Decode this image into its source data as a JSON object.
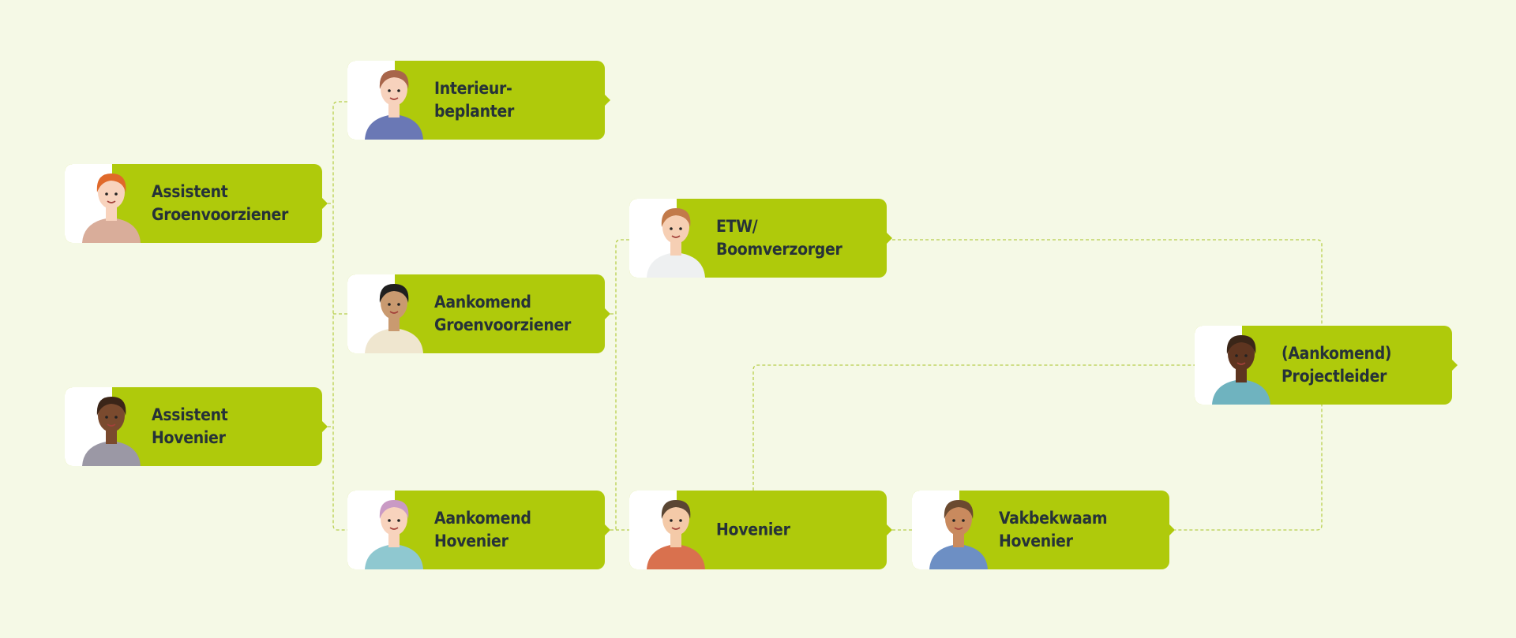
{
  "diagram": {
    "colors": {
      "background": "#f5f9e6",
      "card": "#afca0b",
      "text": "#263238",
      "connector": "#b8cf4c"
    },
    "nodes": [
      {
        "id": "assistent-groenvoorziener",
        "line1": "Assistent",
        "line2": "Groenvoorziener",
        "avatar": {
          "hair": "#e0692a",
          "skin": "#f8d3bd",
          "shirt": "#d9ad9a"
        }
      },
      {
        "id": "assistent-hovenier",
        "line1": "Assistent",
        "line2": "Hovenier",
        "avatar": {
          "hair": "#3b2518",
          "skin": "#7a4a2e",
          "shirt": "#9b98a5"
        }
      },
      {
        "id": "interieurbeplanter",
        "line1": "Interieur-",
        "line2": "beplanter",
        "avatar": {
          "hair": "#a8654a",
          "skin": "#f7d2bd",
          "shirt": "#6a78b5"
        }
      },
      {
        "id": "aankomend-groenvoorziener",
        "line1": "Aankomend",
        "line2": "Groenvoorziener",
        "avatar": {
          "hair": "#1f1f1f",
          "skin": "#c99a70",
          "shirt": "#efe6cf"
        }
      },
      {
        "id": "aankomend-hovenier",
        "line1": "Aankomend",
        "line2": "Hovenier",
        "avatar": {
          "hair": "#c99ac4",
          "skin": "#f8d3bd",
          "shirt": "#8fc8d0"
        }
      },
      {
        "id": "etw-boomverzorger",
        "line1": "ETW/",
        "line2": "Boomverzorger",
        "avatar": {
          "hair": "#c27a4a",
          "skin": "#f6cfb4",
          "shirt": "#eef0f1"
        }
      },
      {
        "id": "hovenier",
        "line1": "Hovenier",
        "line2": "",
        "avatar": {
          "hair": "#5a4633",
          "skin": "#f4caa8",
          "shirt": "#d9714e"
        }
      },
      {
        "id": "vakbekwaam-hovenier",
        "line1": "Vakbekwaam",
        "line2": "Hovenier",
        "avatar": {
          "hair": "#6b4a30",
          "skin": "#c98a5e",
          "shirt": "#6d8fc4"
        }
      },
      {
        "id": "projectleider",
        "line1": "(Aankomend)",
        "line2": "Projectleider",
        "avatar": {
          "hair": "#3a2618",
          "skin": "#5e3520",
          "shirt": "#6fb3bf"
        }
      }
    ]
  }
}
